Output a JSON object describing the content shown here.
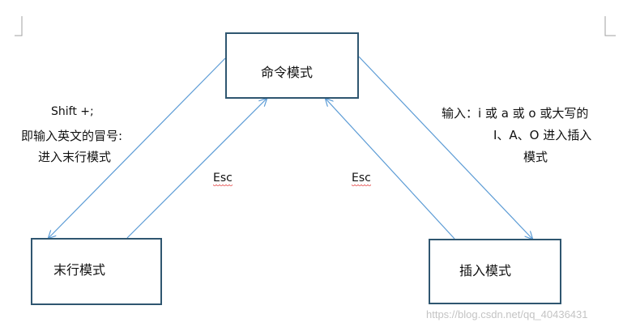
{
  "nodes": {
    "command": "命令模式",
    "lastline": "末行模式",
    "insert": "插入模式"
  },
  "edges": {
    "to_lastline": [
      "Shift +;",
      "即输入英文的冒号:",
      "进入末行模式"
    ],
    "to_insert": [
      "输入：i 或 a 或 o 或大写的",
      "I、A、O 进入插入",
      "模式"
    ],
    "esc_left": "Esc",
    "esc_right": "Esc"
  },
  "watermark": "https://blog.csdn.net/qq_40436431",
  "colors": {
    "box_border": "#2f5670",
    "arrow": "#5b9bd5",
    "squiggle": "#e03030"
  }
}
